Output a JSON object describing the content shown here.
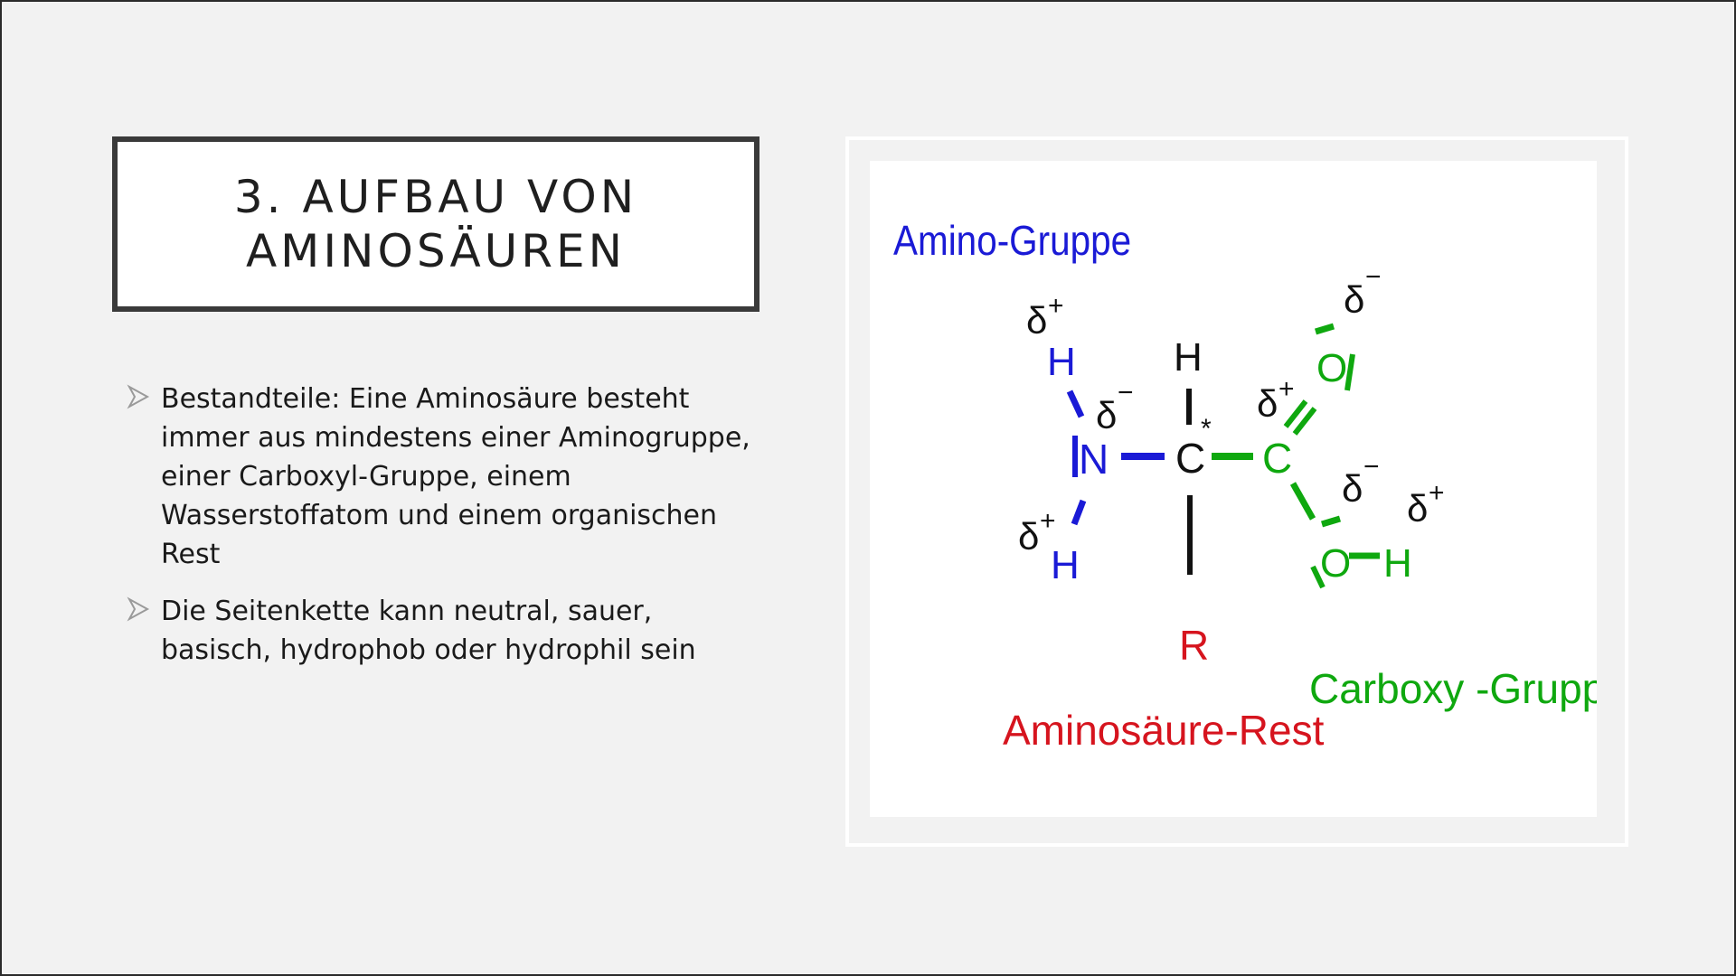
{
  "slide": {
    "title_line1": "3. AUFBAU VON",
    "title_line2": "AMINOSÄUREN",
    "bullets": [
      "Bestandteile: Eine Aminosäure besteht immer aus mindestens einer Aminogruppe, einer Carboxyl-Gruppe, einem Wasserstoffatom und einem organischen Rest",
      "Die Seitenkette kann neutral, sauer, basisch, hydrophob oder hydrophil sein"
    ],
    "bullet_icon": "arrow-bullet-icon"
  },
  "figure": {
    "labels": {
      "amino_group": "Amino-Gruppe",
      "carboxy_group": "Carboxy -Gruppe",
      "residue": "Aminosäure-Rest"
    },
    "atoms": {
      "h_top_left": "H",
      "h_bottom_left": "H",
      "nitrogen": "N",
      "h_top_center": "H",
      "alpha_carbon": "C",
      "chiral_mark": "*",
      "residue_r": "R",
      "carboxyl_carbon": "C",
      "oxygen_double": "O",
      "oxygen_single": "O",
      "h_right": "H"
    },
    "charges": {
      "delta": "δ",
      "plus": "+",
      "minus": "−"
    },
    "colors": {
      "amino": "#1a1ad6",
      "carboxy": "#0fa80f",
      "residue": "#d6141e",
      "center": "#111111"
    }
  }
}
